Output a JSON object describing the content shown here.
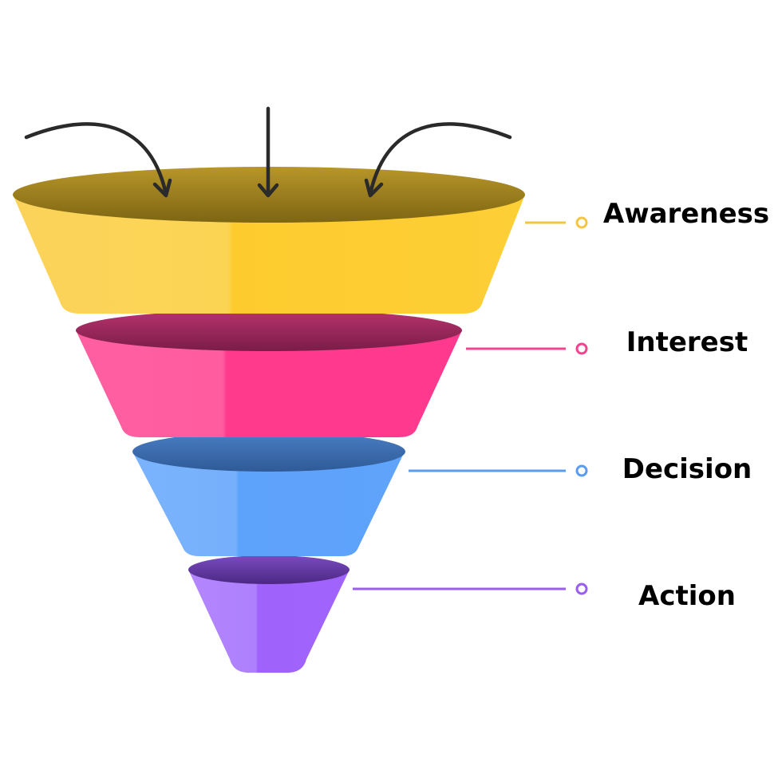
{
  "arrow_color": "#2a2a2a",
  "stages": [
    {
      "label": "Awareness",
      "color": "#fcd03a",
      "dot_color": "#f5c542",
      "icon": "funnel-tier-awareness"
    },
    {
      "label": "Interest",
      "color": "#ff3d8f",
      "dot_color": "#f0458e",
      "icon": "funnel-tier-interest"
    },
    {
      "label": "Decision",
      "color": "#60a5fb",
      "dot_color": "#5a9cf2",
      "icon": "funnel-tier-decision"
    },
    {
      "label": "Action",
      "color": "#a56bfd",
      "dot_color": "#9b5cf2",
      "icon": "funnel-tier-action"
    }
  ]
}
